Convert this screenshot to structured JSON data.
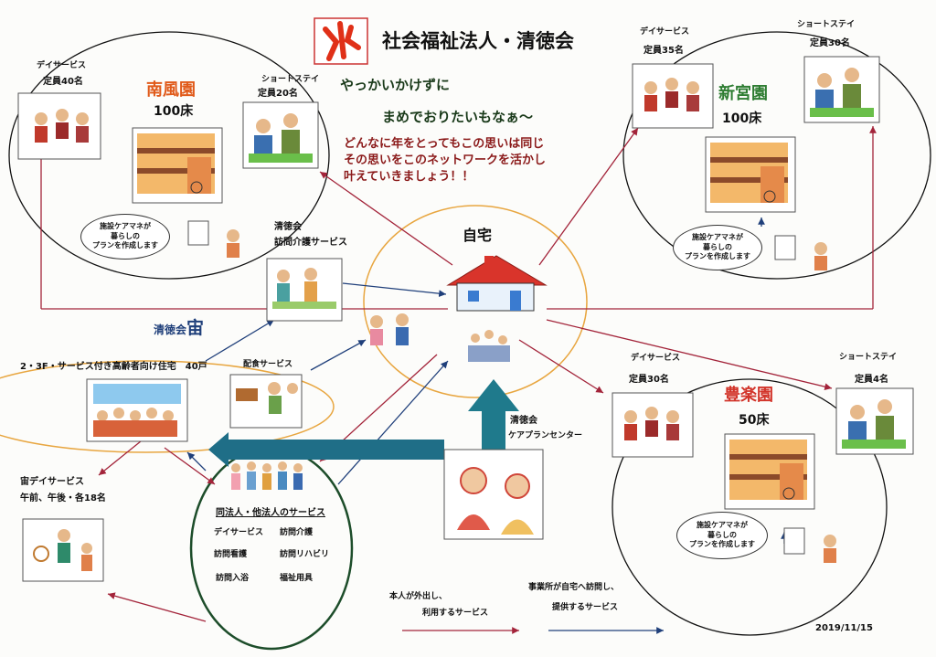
{
  "header": {
    "title": "社会福祉法人・清徳会",
    "slogan_line1": "やっかいかけずに",
    "slogan_line2": "まめでおりたいもなぁ～",
    "message_line1": "どんなに年をとってもこの思いは同じ",
    "message_line2": "その思いをこのネットワークを活かし",
    "message_line3": "叶えていきましょう！！"
  },
  "home": {
    "label": "自宅"
  },
  "nanpuen": {
    "name": "南風園",
    "beds": "100床",
    "day_title": "デイサービス",
    "day_cap": "定員40名",
    "short_title": "ショートステイ",
    "short_cap": "定員20名",
    "bubble": "施設ケアマネが\n暮らしの\nプランを作成します"
  },
  "shinguen": {
    "name": "新宮園",
    "beds": "100床",
    "day_title": "デイサービス",
    "day_cap": "定員35名",
    "short_title": "ショートステイ",
    "short_cap": "定員30名",
    "bubble": "施設ケアマネが\n暮らしの\nプランを作成します"
  },
  "horakuen": {
    "name": "豊楽園",
    "beds": "50床",
    "day_title": "デイサービス",
    "day_cap": "定員30名",
    "short_title": "ショートステイ",
    "short_cap": "定員4名",
    "bubble": "施設ケアマネが\n暮らしの\nプランを作成します"
  },
  "homecare": {
    "line1": "清徳会",
    "line2": "訪問介護サービス"
  },
  "sora": {
    "label_prefix": "清徳会",
    "label_main": "宙",
    "housing": "2・3F・サービス付き高齢者向け住宅　40戸",
    "meal": "配食サービス",
    "day_title": "宙デイサービス",
    "day_cap": "午前、午後・各18名"
  },
  "careplan": {
    "line1": "清徳会",
    "line2": "ケアプランセンター"
  },
  "other_services": {
    "title": "同法人・他法人のサービス",
    "items": [
      "デイサービス",
      "訪問介護",
      "訪問看護",
      "訪問リハビリ",
      "訪問入浴",
      "福祉用具"
    ]
  },
  "legend": {
    "red_line1": "本人が外出し、",
    "red_line2": "利用するサービス",
    "blue_line1": "事業所が自宅へ訪問し、",
    "blue_line2": "提供するサービス"
  },
  "date": "2019/11/15",
  "colors": {
    "red_arrow": "#a3243a",
    "blue_arrow": "#1f3f7a",
    "teal_arrow": "#1f7a8c",
    "home_ring": "#e8a640",
    "logo": "#e03018"
  }
}
